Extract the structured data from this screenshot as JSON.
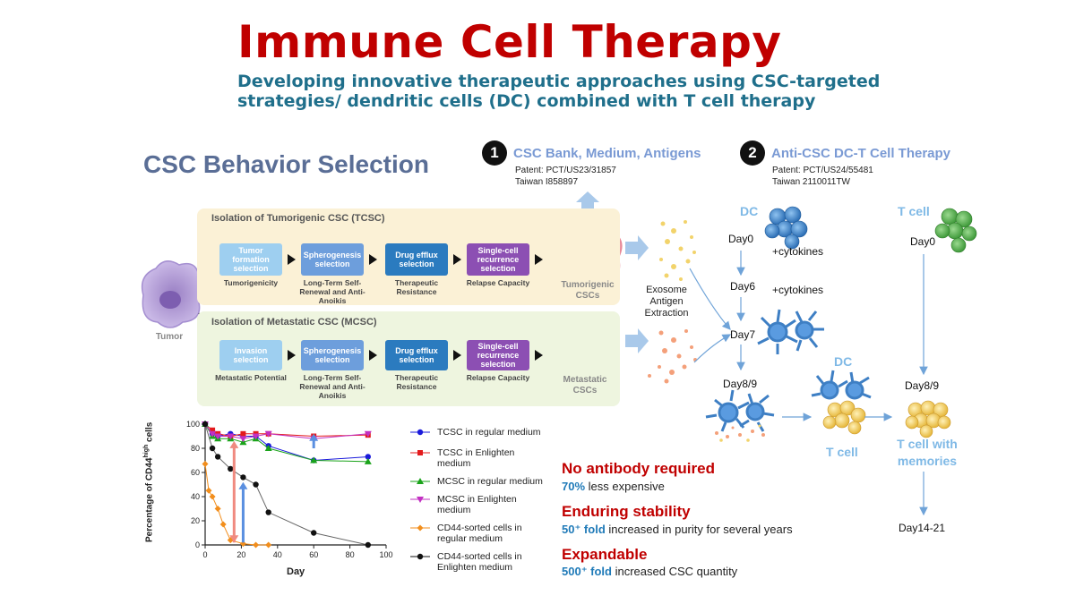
{
  "header": {
    "title": "Immune Cell Therapy",
    "subtitle": "Developing innovative therapeutic approaches using CSC-targeted strategies/ dendritic cells (DC) combined with T cell therapy"
  },
  "section_title": "CSC Behavior Selection",
  "part1": {
    "number": "1",
    "title": "CSC Bank, Medium, Antigens",
    "patent_line1": "Patent: PCT/US23/31857",
    "patent_line2": "Taiwan I858897"
  },
  "part2": {
    "number": "2",
    "title": "Anti-CSC DC-T Cell Therapy",
    "patent_line1": "Patent: PCT/US24/55481",
    "patent_line2": "Taiwan 2110011TW"
  },
  "tumor_label": "Tumor",
  "tcsc": {
    "title": "Isolation of Tumorigenic CSC (TCSC)",
    "steps": [
      {
        "label": "Tumor formation selection",
        "desc": "Tumorigenicity"
      },
      {
        "label": "Spherogenesis selection",
        "desc": "Long-Term Self-Renewal and Anti-Anoikis"
      },
      {
        "label": "Drug efflux selection",
        "desc": "Therapeutic Resistance"
      },
      {
        "label": "Single-cell recurrence selection",
        "desc": "Relapse Capacity"
      }
    ],
    "result": "Tumorigenic CSCs"
  },
  "mcsc": {
    "title": "Isolation of Metastatic CSC (MCSC)",
    "steps": [
      {
        "label": "Invasion selection",
        "desc": "Metastatic Potential"
      },
      {
        "label": "Spherogenesis selection",
        "desc": "Long-Term Self-Renewal and Anti-Anoikis"
      },
      {
        "label": "Drug efflux selection",
        "desc": "Therapeutic Resistance"
      },
      {
        "label": "Single-cell recurrence selection",
        "desc": "Relapse Capacity"
      }
    ],
    "result": "Metastatic CSCs"
  },
  "exosome_label": "Exosome Antigen Extraction",
  "therapy": {
    "dc_label": "DC",
    "tcell_label": "T cell",
    "dc_day0": "Day0",
    "cytokines1": "+cytokines",
    "day6": "Day6",
    "cytokines2": "+cytokines",
    "day7": "Day7",
    "day89_left": "Day8/9",
    "dc_mid": "DC",
    "tcell_mid": "T cell",
    "tcell_day0": "Day0",
    "day89_right": "Day8/9",
    "memory_label": "T cell with memories",
    "day1421": "Day14-21"
  },
  "features": [
    {
      "title": "No antibody required",
      "highlight": "70%",
      "rest": " less expensive"
    },
    {
      "title": "Enduring stability",
      "highlight": "50⁺ fold",
      "rest": " increased in purity for several years"
    },
    {
      "title": "Expandable",
      "highlight": "500⁺ fold",
      "rest": " increased CSC quantity"
    }
  ],
  "colors": {
    "title_red": "#c00000",
    "subtitle_teal": "#1f6f8b",
    "section_slate": "#5a6e96",
    "step_purple": "#8c4fb3",
    "step_blue": "#2b7bbf"
  },
  "chart_data": {
    "type": "line",
    "xlabel": "Day",
    "ylabel": "Percentage of CD44high cells",
    "ylabel_main": "Percentage of CD44",
    "ylabel_sup": "high",
    "ylabel_end": " cells",
    "xlim": [
      0,
      100
    ],
    "ylim": [
      0,
      100
    ],
    "xticks": [
      0,
      20,
      40,
      60,
      80,
      100
    ],
    "yticks": [
      0,
      20,
      40,
      60,
      80,
      100
    ],
    "grid": false,
    "legend_position": "right",
    "series": [
      {
        "name": "TCSC in regular medium",
        "color": "#1a1adb",
        "marker": "circle",
        "x": [
          0,
          4,
          7,
          14,
          21,
          28,
          35,
          60,
          90
        ],
        "y": [
          100,
          92,
          90,
          92,
          90,
          90,
          82,
          70,
          73
        ]
      },
      {
        "name": "TCSC in Enlighten medium",
        "color": "#e31a1c",
        "marker": "square",
        "x": [
          0,
          4,
          7,
          14,
          21,
          28,
          35,
          60,
          90
        ],
        "y": [
          100,
          95,
          92,
          90,
          92,
          92,
          92,
          90,
          91
        ]
      },
      {
        "name": "MCSC in regular medium",
        "color": "#1aa31a",
        "marker": "triangle",
        "x": [
          0,
          4,
          7,
          14,
          21,
          28,
          35,
          60,
          90
        ],
        "y": [
          100,
          90,
          88,
          88,
          85,
          88,
          80,
          70,
          69
        ]
      },
      {
        "name": "MCSC in Enlighten medium",
        "color": "#c230c2",
        "marker": "triangle-down",
        "x": [
          0,
          4,
          7,
          14,
          21,
          28,
          35,
          60,
          90
        ],
        "y": [
          100,
          92,
          90,
          90,
          88,
          90,
          92,
          88,
          92
        ]
      },
      {
        "name": "CD44-sorted cells in regular medium",
        "color": "#f28e1c",
        "marker": "diamond",
        "x": [
          0,
          2,
          4,
          7,
          10,
          14,
          21,
          28,
          35
        ],
        "y": [
          67,
          45,
          40,
          30,
          17,
          4,
          1,
          0,
          0
        ]
      },
      {
        "name": "CD44-sorted cells in Enlighten medium",
        "color": "#111111",
        "marker": "circle",
        "x": [
          0,
          4,
          7,
          14,
          21,
          28,
          35,
          60,
          90
        ],
        "y": [
          100,
          80,
          73,
          63,
          56,
          50,
          27,
          10,
          0
        ]
      }
    ]
  }
}
